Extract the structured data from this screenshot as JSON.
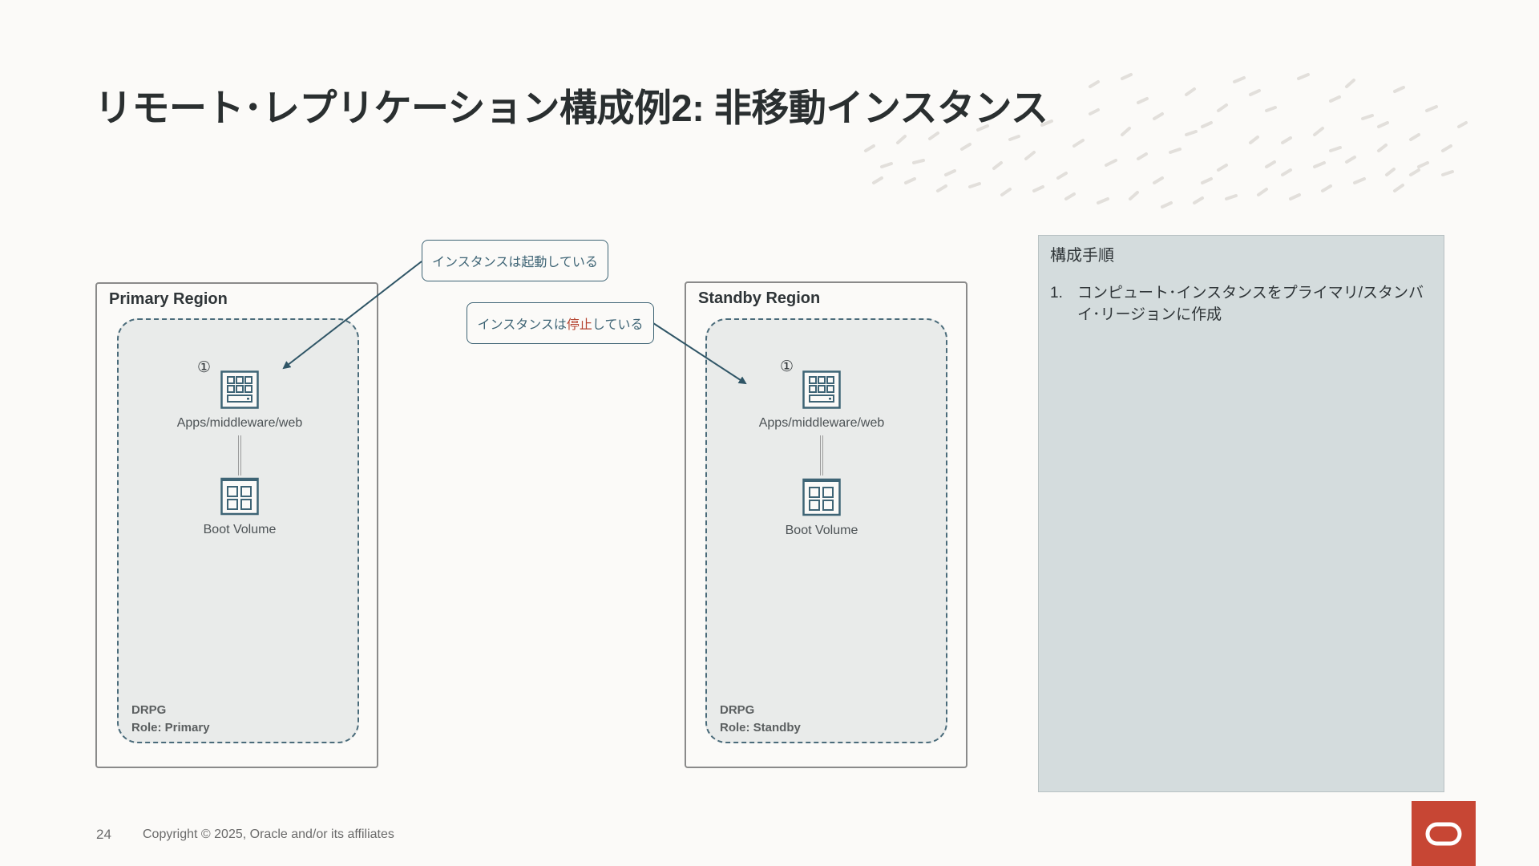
{
  "slide": {
    "title": "リモート･レプリケーション構成例2: 非移動インスタンス",
    "page_number": "24",
    "copyright": "Copyright © 2025, Oracle and/or its affiliates"
  },
  "colors": {
    "accent": "#3e6475",
    "logo_red": "#c74634",
    "highlight_red": "#b5432f",
    "panel": "#d4dcdd"
  },
  "primary": {
    "region_title": "Primary Region",
    "step_marker": "①",
    "compute_label": "Apps/middleware/web",
    "compute_icon": "compute-instance-icon",
    "volume_label": "Boot Volume",
    "volume_icon": "boot-volume-icon",
    "drpg_name": "DRPG",
    "drpg_role": "Role: Primary"
  },
  "standby": {
    "region_title": "Standby Region",
    "step_marker": "①",
    "compute_label": "Apps/middleware/web",
    "compute_icon": "compute-instance-icon",
    "volume_label": "Boot Volume",
    "volume_icon": "boot-volume-icon",
    "drpg_name": "DRPG",
    "drpg_role": "Role: Standby"
  },
  "callouts": {
    "running": "インスタンスは起動している",
    "stopped_prefix": "インスタンスは",
    "stopped_highlight": "停止",
    "stopped_suffix": "している"
  },
  "steps_panel": {
    "title": "構成手順",
    "items": [
      {
        "number": "1.",
        "text": "コンピュート･インスタンスをプライマリ/スタンバイ･リージョンに作成"
      }
    ]
  }
}
